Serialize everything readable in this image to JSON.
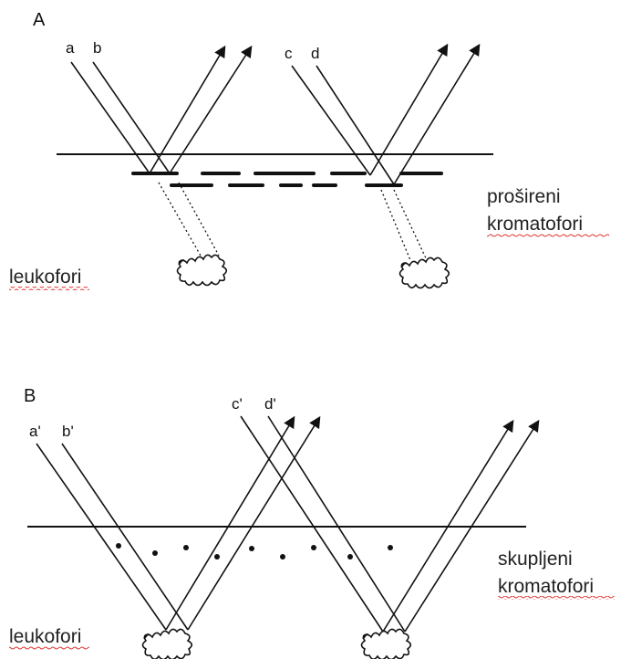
{
  "panel_a": {
    "letter": "A",
    "ray_labels": [
      "a",
      "b",
      "c",
      "d"
    ],
    "caption_lines": [
      "prošireni",
      "kromatofori"
    ],
    "left_caption": "leukofori"
  },
  "panel_b": {
    "letter": "B",
    "ray_labels": [
      "a'",
      "b'",
      "c'",
      "d'"
    ],
    "caption_lines": [
      "skupljeni",
      "kromatofori"
    ],
    "left_caption": "leukofori"
  },
  "colors": {
    "ink": "#111111",
    "spellcheck": "#dd3333"
  }
}
